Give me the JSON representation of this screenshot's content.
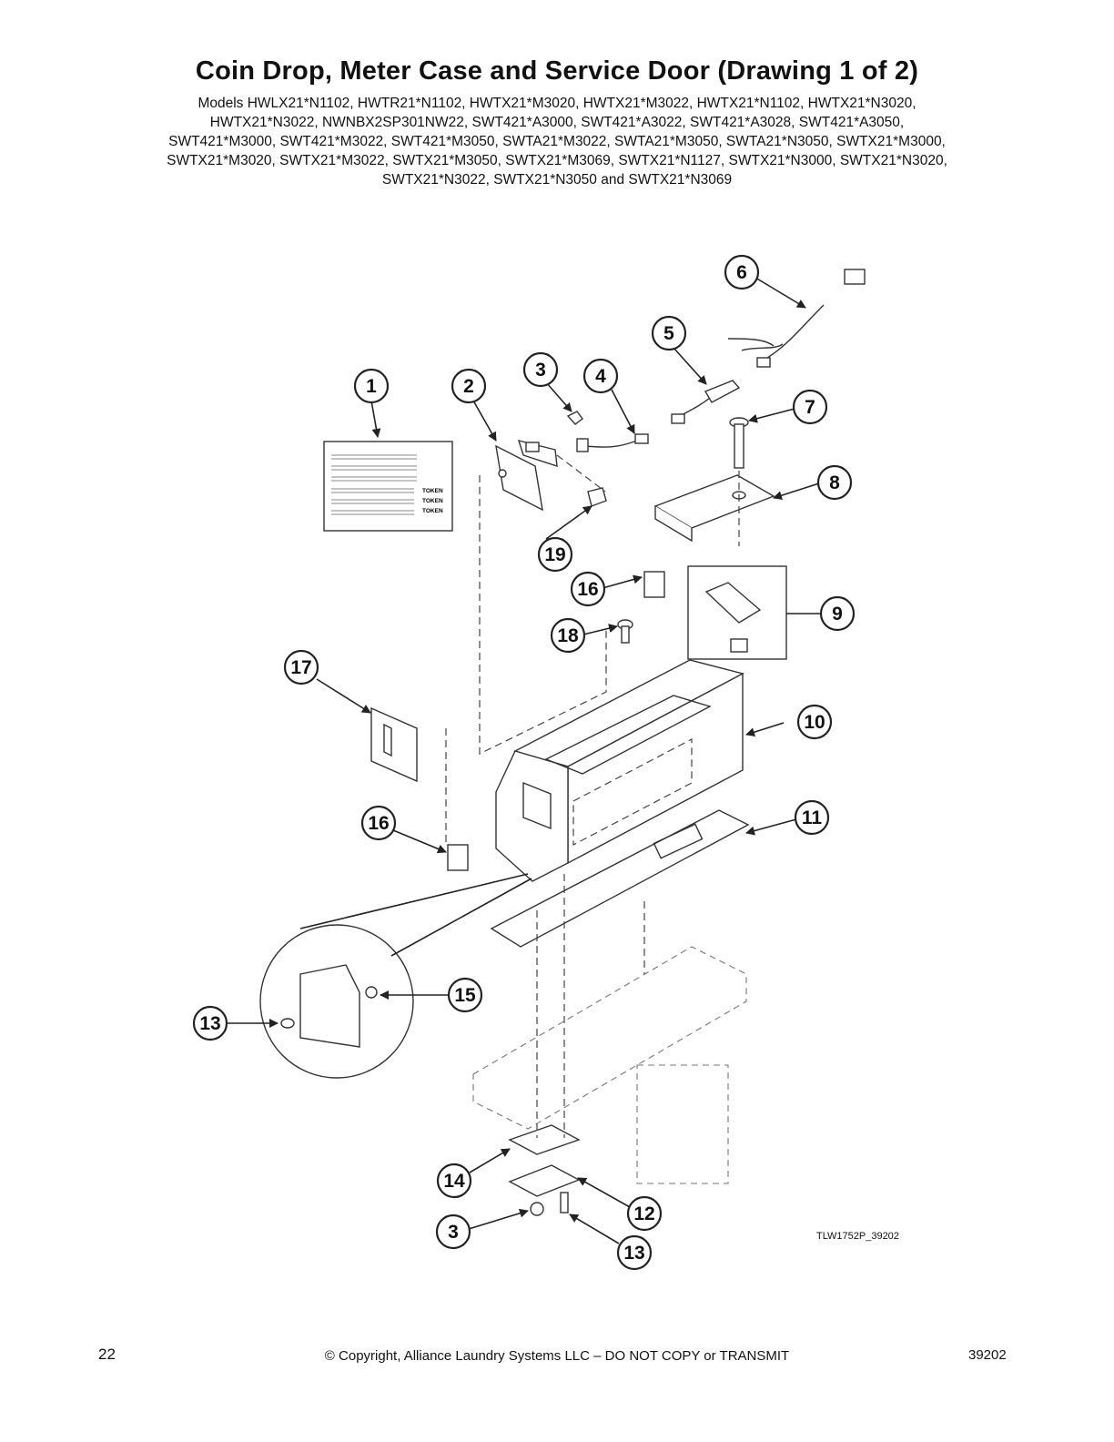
{
  "title": "Coin Drop, Meter Case and Service Door (Drawing 1 of 2)",
  "models": [
    "Models HWLX21*N1102, HWTR21*N1102, HWTX21*M3020, HWTX21*M3022, HWTX21*N1102, HWTX21*N3020,",
    "HWTX21*N3022, NWNBX2SP301NW22, SWT421*A3000, SWT421*A3022, SWT421*A3028, SWT421*A3050,",
    "SWT421*M3000, SWT421*M3022, SWT421*M3050, SWTA21*M3022, SWTA21*M3050, SWTA21*N3050, SWTX21*M3000,",
    "SWTX21*M3020, SWTX21*M3022, SWTX21*M3050, SWTX21*M3069, SWTX21*N1127, SWTX21*N3000, SWTX21*N3020,",
    "SWTX21*N3022, SWTX21*N3050 and SWTX21*N3069"
  ],
  "diagram": {
    "callouts": [
      "1",
      "2",
      "3",
      "4",
      "5",
      "6",
      "7",
      "8",
      "9",
      "10",
      "11",
      "12",
      "13",
      "13",
      "14",
      "15",
      "16",
      "16",
      "17",
      "18",
      "19",
      "3",
      "13"
    ],
    "label_tokens": [
      "TOKEN",
      "TOKEN",
      "TOKEN"
    ],
    "drawing_code": "TLW1752P_39202"
  },
  "footer": {
    "page_number": "22",
    "copyright": "© Copyright, Alliance Laundry Systems LLC – DO NOT COPY or TRANSMIT",
    "doc_number": "39202"
  }
}
